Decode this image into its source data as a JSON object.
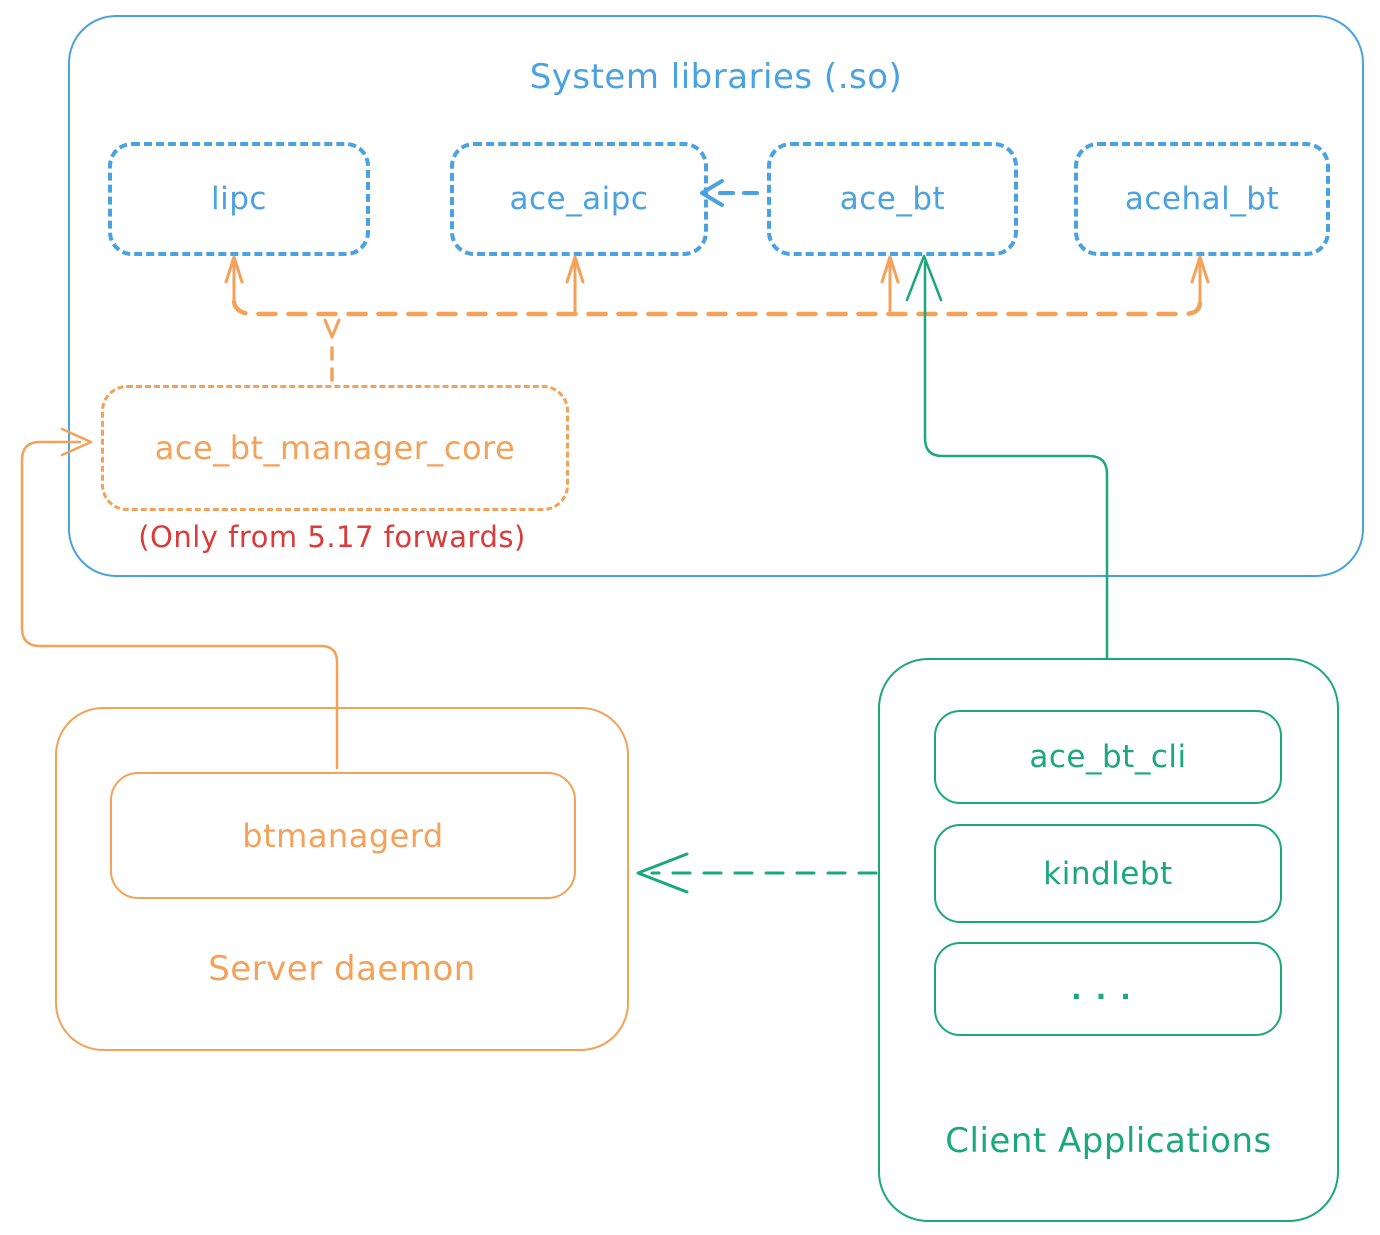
{
  "diagram": {
    "system_libraries": {
      "title": "System libraries (.so)",
      "boxes": [
        {
          "label": "lipc"
        },
        {
          "label": "ace_aipc"
        },
        {
          "label": "ace_bt"
        },
        {
          "label": "acehal_bt"
        }
      ],
      "manager_core": {
        "label": "ace_bt_manager_core"
      },
      "note": "(Only from 5.17 forwards)"
    },
    "server_daemon": {
      "title": "Server daemon",
      "daemon": {
        "label": "btmanagerd"
      }
    },
    "client_applications": {
      "title": "Client Applications",
      "boxes": [
        {
          "label": "ace_bt_cli"
        },
        {
          "label": "kindlebt"
        },
        {
          "label": "..."
        }
      ]
    },
    "colors": {
      "blue": "#4ba2e0",
      "orange": "#f4a259",
      "green": "#1aa87c",
      "red": "#db3b3b"
    }
  }
}
